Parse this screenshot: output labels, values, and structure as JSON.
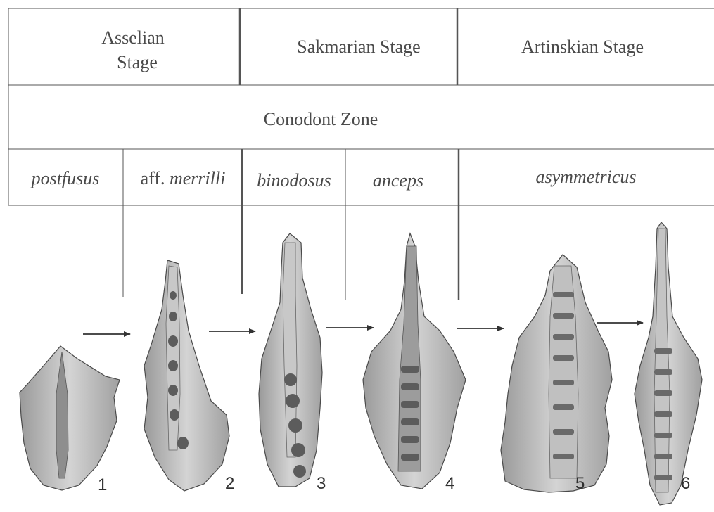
{
  "stages": [
    {
      "line1": "Asselian",
      "line2": "Stage"
    },
    {
      "label": "Sakmarian Stage"
    },
    {
      "label": "Artinskian Stage"
    }
  ],
  "zone_header": "Conodont Zone",
  "zones": [
    {
      "prefix": "",
      "name": "postfusus"
    },
    {
      "prefix": "aff. ",
      "name": "merrilli"
    },
    {
      "prefix": "",
      "name": "binodosus"
    },
    {
      "prefix": "",
      "name": "anceps"
    },
    {
      "prefix": "",
      "name": "asymmetricus"
    }
  ],
  "specimens": [
    {
      "number": "1"
    },
    {
      "number": "2"
    },
    {
      "number": "3"
    },
    {
      "number": "4"
    },
    {
      "number": "5"
    },
    {
      "number": "6"
    }
  ],
  "colors": {
    "grid": "#555555",
    "text": "#4a4a4a",
    "specimen_fill": "#b4b4b4",
    "specimen_edge": "#4a4a4a",
    "node": "#5c5c5c"
  }
}
